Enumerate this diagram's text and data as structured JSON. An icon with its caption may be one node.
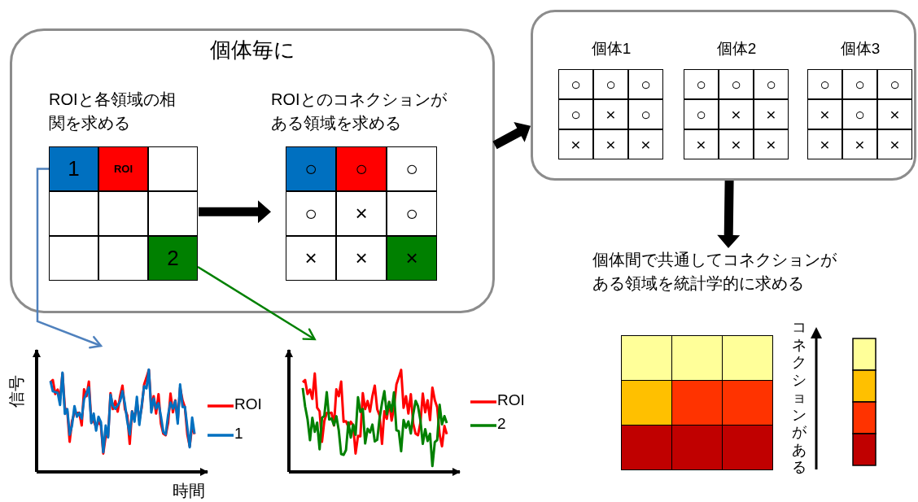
{
  "diagram": {
    "nodes": [
      {
        "text": [
          "個体毎に"
        ]
      },
      {
        "text": [
          "ROIと各領域の相関を求める"
        ],
        "in": 0
      },
      {
        "text": [
          "1"
        ],
        "in": 1
      },
      {
        "text": [
          "ROI"
        ],
        "in": 1
      },
      {
        "text": [],
        "shape": "box",
        "in": 1
      },
      {
        "text": [],
        "shape": "box",
        "in": 1
      },
      {
        "text": [],
        "shape": "box",
        "in": 1
      },
      {
        "text": [],
        "shape": "box",
        "in": 1
      },
      {
        "text": [],
        "shape": "box",
        "in": 1
      },
      {
        "text": [],
        "shape": "box",
        "in": 1
      },
      {
        "text": [
          "2"
        ],
        "in": 1
      },
      {
        "text": [
          "ROIとのコネクションがある領域を求める"
        ],
        "in": 0
      },
      {
        "text": [
          "○"
        ],
        "in": 11
      },
      {
        "text": [
          "○"
        ],
        "in": 11
      },
      {
        "text": [
          "○"
        ],
        "in": 11
      },
      {
        "text": [
          "○"
        ],
        "in": 11
      },
      {
        "text": [
          "×"
        ],
        "in": 11
      },
      {
        "text": [
          "○"
        ],
        "in": 11
      },
      {
        "text": [
          "×"
        ],
        "in": 11
      },
      {
        "text": [
          "×"
        ],
        "in": 11
      },
      {
        "text": [
          "×"
        ],
        "in": 11
      },
      {
        "text": [],
        "shape": "box"
      },
      {
        "text": [
          "個体1"
        ],
        "in": 21
      },
      {
        "text": [
          "○"
        ],
        "in": 22
      },
      {
        "text": [
          "○"
        ],
        "in": 22
      },
      {
        "text": [
          "○"
        ],
        "in": 22
      },
      {
        "text": [
          "○"
        ],
        "in": 22
      },
      {
        "text": [
          "×"
        ],
        "in": 22
      },
      {
        "text": [
          "○"
        ],
        "in": 22
      },
      {
        "text": [
          "×"
        ],
        "in": 22
      },
      {
        "text": [
          "×"
        ],
        "in": 22
      },
      {
        "text": [
          "×"
        ],
        "in": 22
      },
      {
        "text": [
          "個体2"
        ],
        "in": 21
      },
      {
        "text": [
          "○"
        ],
        "in": 32
      },
      {
        "text": [
          "○"
        ],
        "in": 32
      },
      {
        "text": [
          "○"
        ],
        "in": 32
      },
      {
        "text": [
          "○"
        ],
        "in": 32
      },
      {
        "text": [
          "×"
        ],
        "in": 32
      },
      {
        "text": [
          "×"
        ],
        "in": 32
      },
      {
        "text": [
          "×"
        ],
        "in": 32
      },
      {
        "text": [
          "×"
        ],
        "in": 32
      },
      {
        "text": [
          "×"
        ],
        "in": 32
      },
      {
        "text": [
          "個体3"
        ],
        "in": 21
      },
      {
        "text": [
          "○"
        ],
        "in": 42
      },
      {
        "text": [
          "○"
        ],
        "in": 42
      },
      {
        "text": [
          "○"
        ],
        "in": 42
      },
      {
        "text": [
          "×"
        ],
        "in": 42
      },
      {
        "text": [
          "○"
        ],
        "in": 42
      },
      {
        "text": [
          "×"
        ],
        "in": 42
      },
      {
        "text": [
          "×"
        ],
        "in": 42
      },
      {
        "text": [
          "×"
        ],
        "in": 42
      },
      {
        "text": [
          "×"
        ],
        "in": 42
      },
      {
        "text": [
          "個体間で共通してコネクションがある領域を統計学的に求める"
        ]
      },
      {
        "text": [],
        "shape": "chart",
        "beside": [
          "信号",
          "時間"
        ]
      },
      {
        "text": [],
        "shape": "chart"
      }
    ],
    "edges": [
      {
        "from": 1,
        "to": 11,
        "arrow": "to",
        "style": "thick"
      },
      {
        "from": 0,
        "to": 21,
        "arrow": "to",
        "style": "thick"
      },
      {
        "from": 21,
        "to": 52,
        "arrow": "to",
        "style": "thick"
      },
      {
        "from": 2,
        "to": 53,
        "arrow": "to",
        "color": "#4f81bd"
      },
      {
        "from": 10,
        "to": 54,
        "arrow": "to",
        "color": "#008000"
      }
    ],
    "labels": [
      "コネクションがある"
    ],
    "legend": [
      {
        "text": "ROI"
      },
      {
        "text": "1"
      },
      {
        "text": "ROI"
      },
      {
        "text": "2"
      }
    ]
  }
}
